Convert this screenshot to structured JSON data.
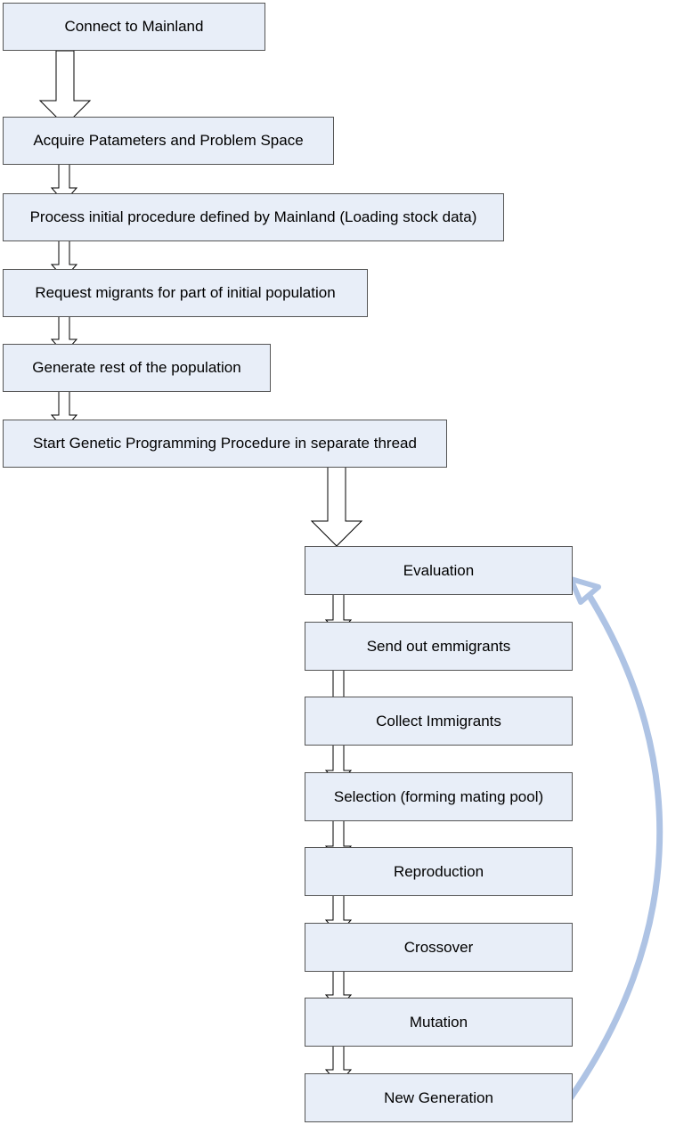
{
  "top_steps": [
    {
      "label": "Connect to Mainland"
    },
    {
      "label": "Acquire Patameters and Problem Space"
    },
    {
      "label": "Process initial procedure defined by Mainland (Loading stock data)"
    },
    {
      "label": "Request migrants for part of initial population"
    },
    {
      "label": "Generate rest of the population"
    },
    {
      "label": "Start Genetic Programming Procedure in separate thread"
    }
  ],
  "loop_steps": [
    {
      "label": "Evaluation"
    },
    {
      "label": "Send out emmigrants"
    },
    {
      "label": "Collect Immigrants"
    },
    {
      "label": "Selection (forming mating pool)"
    },
    {
      "label": "Reproduction"
    },
    {
      "label": "Crossover"
    },
    {
      "label": "Mutation"
    },
    {
      "label": "New Generation"
    }
  ],
  "colors": {
    "box_fill": "#e8eef8",
    "box_border": "#555555",
    "arrow_fill": "#ffffff",
    "arrow_stroke": "#000000",
    "loop_arrow": "#aec3e4"
  }
}
